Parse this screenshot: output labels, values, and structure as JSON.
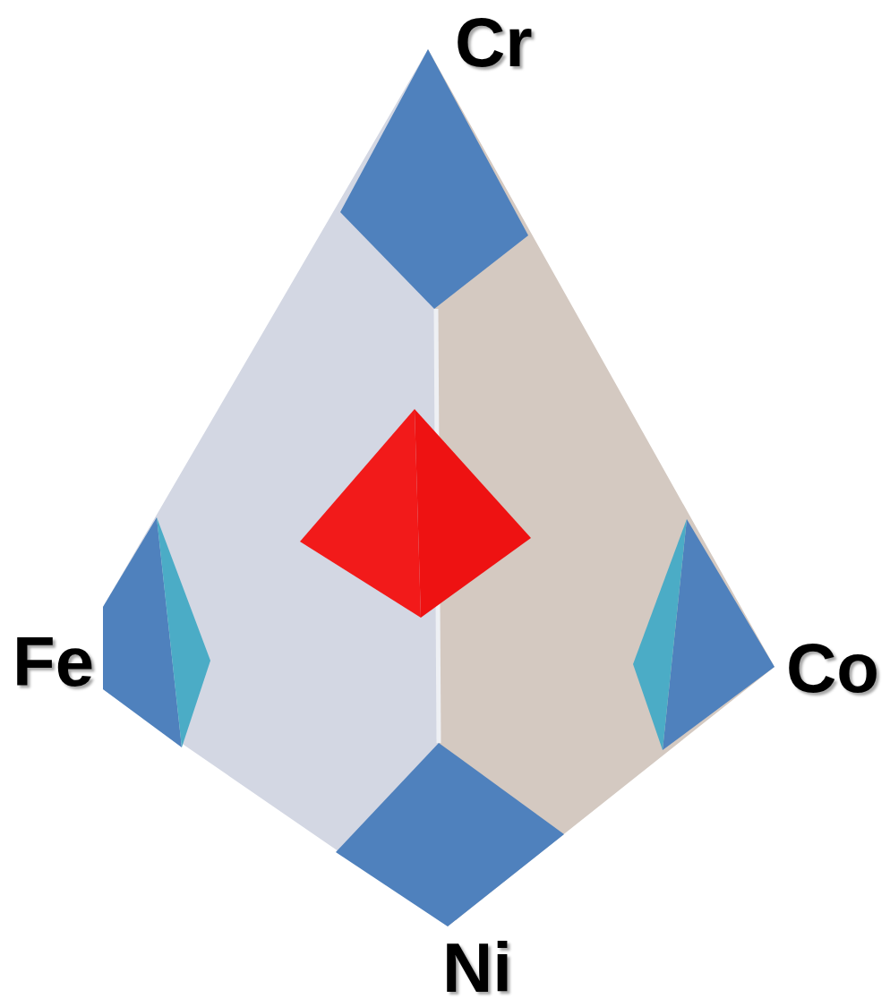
{
  "diagram": {
    "labels": [
      "Cr",
      "Fe",
      "Co",
      "Ni"
    ]
  }
}
